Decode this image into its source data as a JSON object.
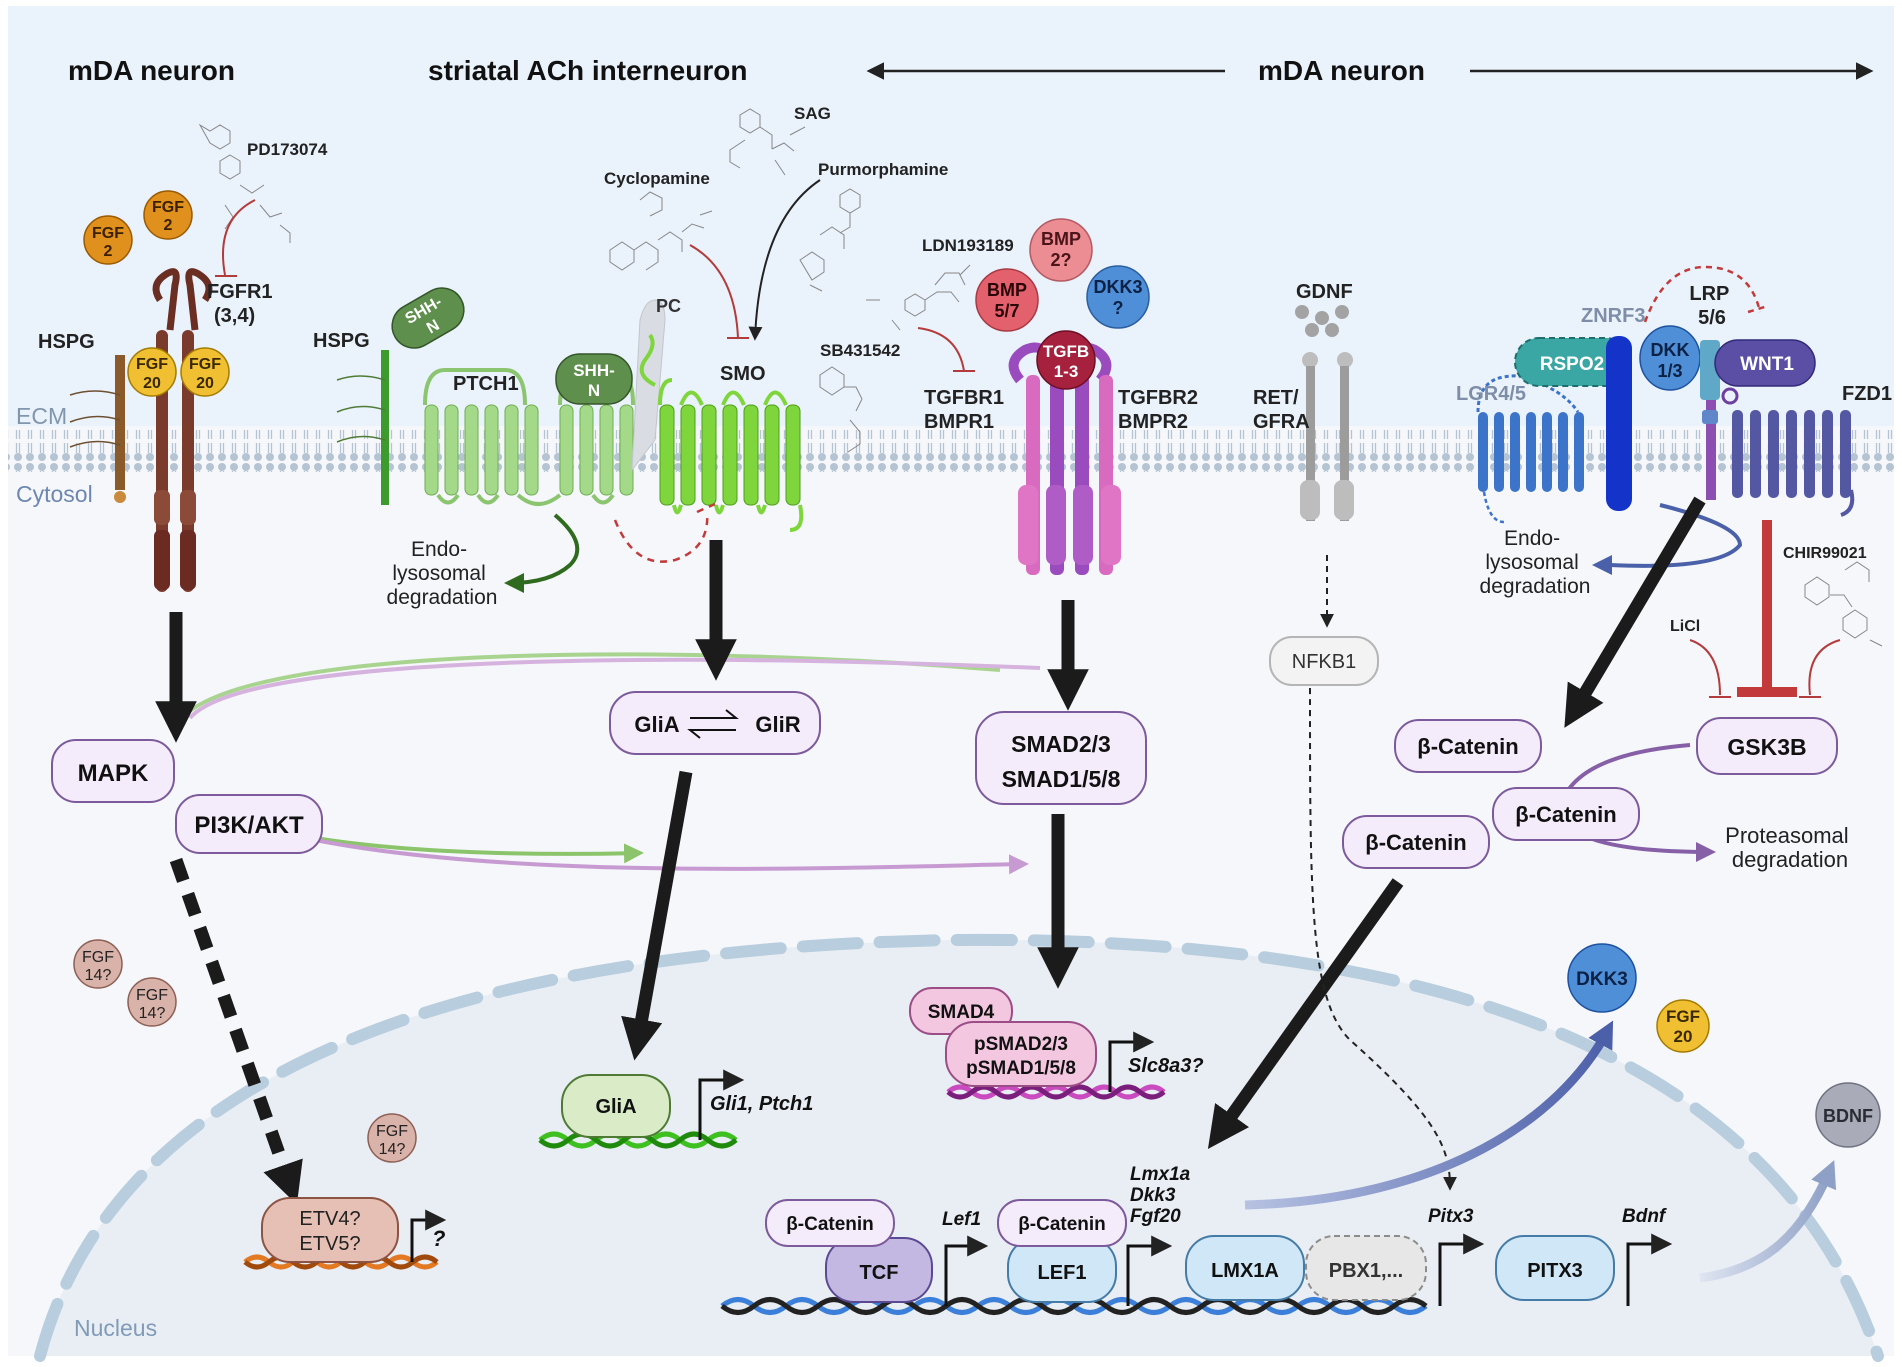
{
  "headers": {
    "left": "mDA neuron",
    "middle": "striatal ACh interneuron",
    "right": "mDA neuron"
  },
  "compartments": {
    "ecm": "ECM",
    "cytosol": "Cytosol",
    "nucleus": "Nucleus"
  },
  "ligands": {
    "fgf2": [
      "FGF",
      "2"
    ],
    "fgf20": [
      "FGF",
      "20"
    ],
    "shh": [
      "SHH-",
      "N"
    ],
    "bmp2": [
      "BMP",
      "2?"
    ],
    "bmp57": [
      "BMP",
      "5/7"
    ],
    "dkk3": [
      "DKK3",
      "?"
    ],
    "tgfb": [
      "TGFB",
      "1-3"
    ],
    "gdnf": "GDNF",
    "rspo2": "RSPO2",
    "dkk13": [
      "DKK",
      "1/3"
    ],
    "wnt1": "WNT1",
    "fgf14": [
      "FGF",
      "14?"
    ]
  },
  "receptors": {
    "hspg": "HSPG",
    "fgfr": [
      "FGFR1",
      "(3,4)"
    ],
    "ptch1": "PTCH1",
    "pc": "PC",
    "smo": "SMO",
    "tgfbr_left": [
      "TGFBR1",
      "BMPR1"
    ],
    "tgfbr_right": [
      "TGFBR2",
      "BMPR2"
    ],
    "ret": [
      "RET/",
      "GFRA"
    ],
    "znrf3": "ZNRF3",
    "lrp": [
      "LRP",
      "5/6"
    ],
    "lgr": "LGR4/5",
    "fzd1": "FZD1"
  },
  "drugs": {
    "pd173074": "PD173074",
    "sag": "SAG",
    "purmorphamine": "Purmorphamine",
    "cyclopamine": "Cyclopamine",
    "ldn": "LDN193189",
    "sb": "SB431542",
    "chir": "CHIR99021",
    "licl": "LiCl"
  },
  "degradation": {
    "endo": [
      "Endo-",
      "lysosomal",
      "degradation"
    ],
    "proteasomal": [
      "Proteasomal",
      "degradation"
    ]
  },
  "nodes": {
    "mapk": "MAPK",
    "pi3k": "PI3K/AKT",
    "glia": "GliA",
    "glir": "GliR",
    "smad": [
      "SMAD2/3",
      "SMAD1/5/8"
    ],
    "nfkb1": "NFKB1",
    "beta_catenin": "β-Catenin",
    "gsk3b": "GSK3B"
  },
  "nucleus": {
    "smad4": "SMAD4",
    "psmad": [
      "pSMAD2/3",
      "pSMAD1/5/8"
    ],
    "slc8a3": "Slc8a3?",
    "glia": "GliA",
    "gli_targets": "Gli1, Ptch1",
    "etv": [
      "ETV4?",
      "ETV5?"
    ],
    "etv_target": "?",
    "tcf": "TCF",
    "lef1": "LEF1",
    "lmx1a": "LMX1A",
    "pbx1": "PBX1,...",
    "pitx3": "PITX3",
    "gene_lef1": "Lef1",
    "gene_lmx1a_group": [
      "Lmx1a",
      "Dkk3",
      "Fgf20"
    ],
    "gene_pitx3": "Pitx3",
    "gene_bdnf": "Bdnf",
    "secreted_dkk3": "DKK3",
    "secreted_fgf20": [
      "FGF",
      "20"
    ],
    "bdnf": "BDNF"
  },
  "colors": {
    "background": "#eef4fb",
    "membrane": "#9fb3c6",
    "fgf": "#e59a1f",
    "fgf20": "#f2c23a",
    "shh": "#5e8f4c",
    "ptch1": "#9bd27d",
    "smo": "#7cd63c",
    "tgfbr": "#c469b8",
    "tgfb": "#a5213e",
    "bmp": "#e67f86",
    "dkk": "#4f8fd7",
    "wnt": "#5b4fa5",
    "rspo2": "#3aa7a5",
    "znrf3": "#1434c9",
    "lgr": "#3c74c9",
    "fzd1": "#5458a3",
    "node_fill": "#f4ecfa",
    "node_stroke": "#7c5a9b",
    "inhibit": "#c23a3a"
  }
}
